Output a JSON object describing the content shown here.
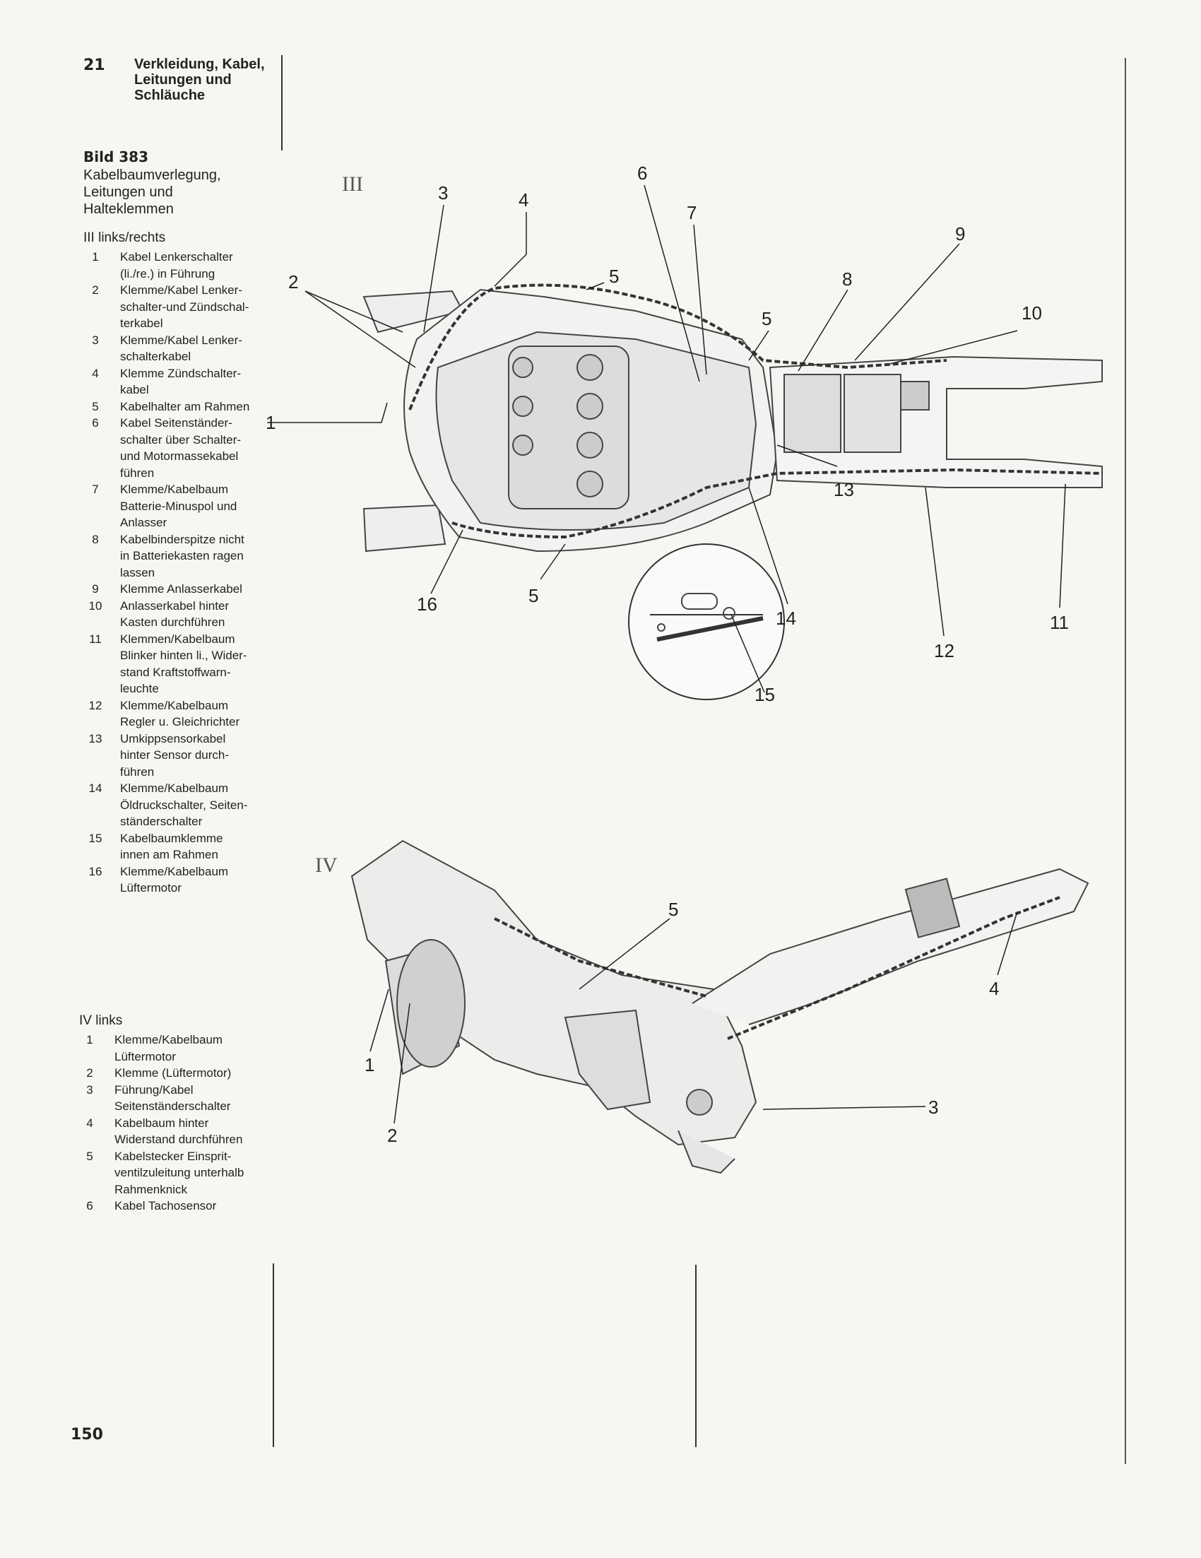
{
  "header": {
    "chapter_number": "21",
    "chapter_title": [
      "Verkleidung, Kabel,",
      "Leitungen und",
      "Schläuche"
    ]
  },
  "figure": {
    "label": "Bild 383",
    "caption": [
      "Kabelbaumverlegung,",
      "Leitungen und",
      "Halteklemmen"
    ]
  },
  "legend_iii": {
    "heading": "III links/rechts",
    "items": [
      {
        "num": "1",
        "lines": [
          "Kabel Lenkerschalter",
          "(li./re.) in Führung"
        ]
      },
      {
        "num": "2",
        "lines": [
          "Klemme/Kabel Lenker-",
          "schalter-und Zündschal-",
          "terkabel"
        ]
      },
      {
        "num": "3",
        "lines": [
          "Klemme/Kabel Lenker-",
          "schalterkabel"
        ]
      },
      {
        "num": "4",
        "lines": [
          "Klemme Zündschalter-",
          "kabel"
        ]
      },
      {
        "num": "5",
        "lines": [
          "Kabelhalter am Rahmen"
        ]
      },
      {
        "num": "6",
        "lines": [
          "Kabel Seitenständer-",
          "schalter über Schalter-",
          "und Motormassekabel",
          "führen"
        ]
      },
      {
        "num": "7",
        "lines": [
          "Klemme/Kabelbaum",
          "Batterie-Minuspol und",
          "Anlasser"
        ]
      },
      {
        "num": "8",
        "lines": [
          "Kabelbinderspitze nicht",
          "in Batteriekasten ragen",
          "lassen"
        ]
      },
      {
        "num": "9",
        "lines": [
          "Klemme Anlasserkabel"
        ]
      },
      {
        "num": "10",
        "lines": [
          "Anlasserkabel hinter",
          "Kasten durchführen"
        ]
      },
      {
        "num": "11",
        "lines": [
          "Klemmen/Kabelbaum",
          "Blinker hinten li., Wider-",
          "stand Kraftstoffwarn-",
          "leuchte"
        ]
      },
      {
        "num": "12",
        "lines": [
          "Klemme/Kabelbaum",
          "Regler u. Gleichrichter"
        ]
      },
      {
        "num": "13",
        "lines": [
          "Umkippsensorkabel",
          "hinter Sensor durch-",
          "führen"
        ]
      },
      {
        "num": "14",
        "lines": [
          "Klemme/Kabelbaum",
          "Öldruckschalter, Seiten-",
          "ständerschalter"
        ]
      },
      {
        "num": "15",
        "lines": [
          "Kabelbaumklemme",
          "innen am Rahmen"
        ]
      },
      {
        "num": "16",
        "lines": [
          "Klemme/Kabelbaum",
          "Lüftermotor"
        ]
      }
    ]
  },
  "legend_iv": {
    "heading": "IV links",
    "items": [
      {
        "num": "1",
        "lines": [
          "Klemme/Kabelbaum",
          "Lüftermotor"
        ]
      },
      {
        "num": "2",
        "lines": [
          "Klemme (Lüftermotor)"
        ]
      },
      {
        "num": "3",
        "lines": [
          "Führung/Kabel",
          "Seitenständerschalter"
        ]
      },
      {
        "num": "4",
        "lines": [
          "Kabelbaum hinter",
          "Widerstand durchführen"
        ]
      },
      {
        "num": "5",
        "lines": [
          "Kabelstecker Einsprit-",
          "ventilzuleitung unterhalb",
          "Rahmenknick"
        ]
      },
      {
        "num": "6",
        "lines": [
          "Kabel Tachosensor"
        ]
      }
    ]
  },
  "diagram_iii": {
    "view_label": "III",
    "callouts": [
      "1",
      "2",
      "3",
      "4",
      "5",
      "6",
      "7",
      "5",
      "8",
      "9",
      "10",
      "13",
      "14",
      "15",
      "16",
      "5",
      "12",
      "11"
    ]
  },
  "diagram_iv": {
    "view_label": "IV",
    "callouts": [
      "1",
      "2",
      "5",
      "4",
      "3"
    ]
  },
  "page_number": "150"
}
